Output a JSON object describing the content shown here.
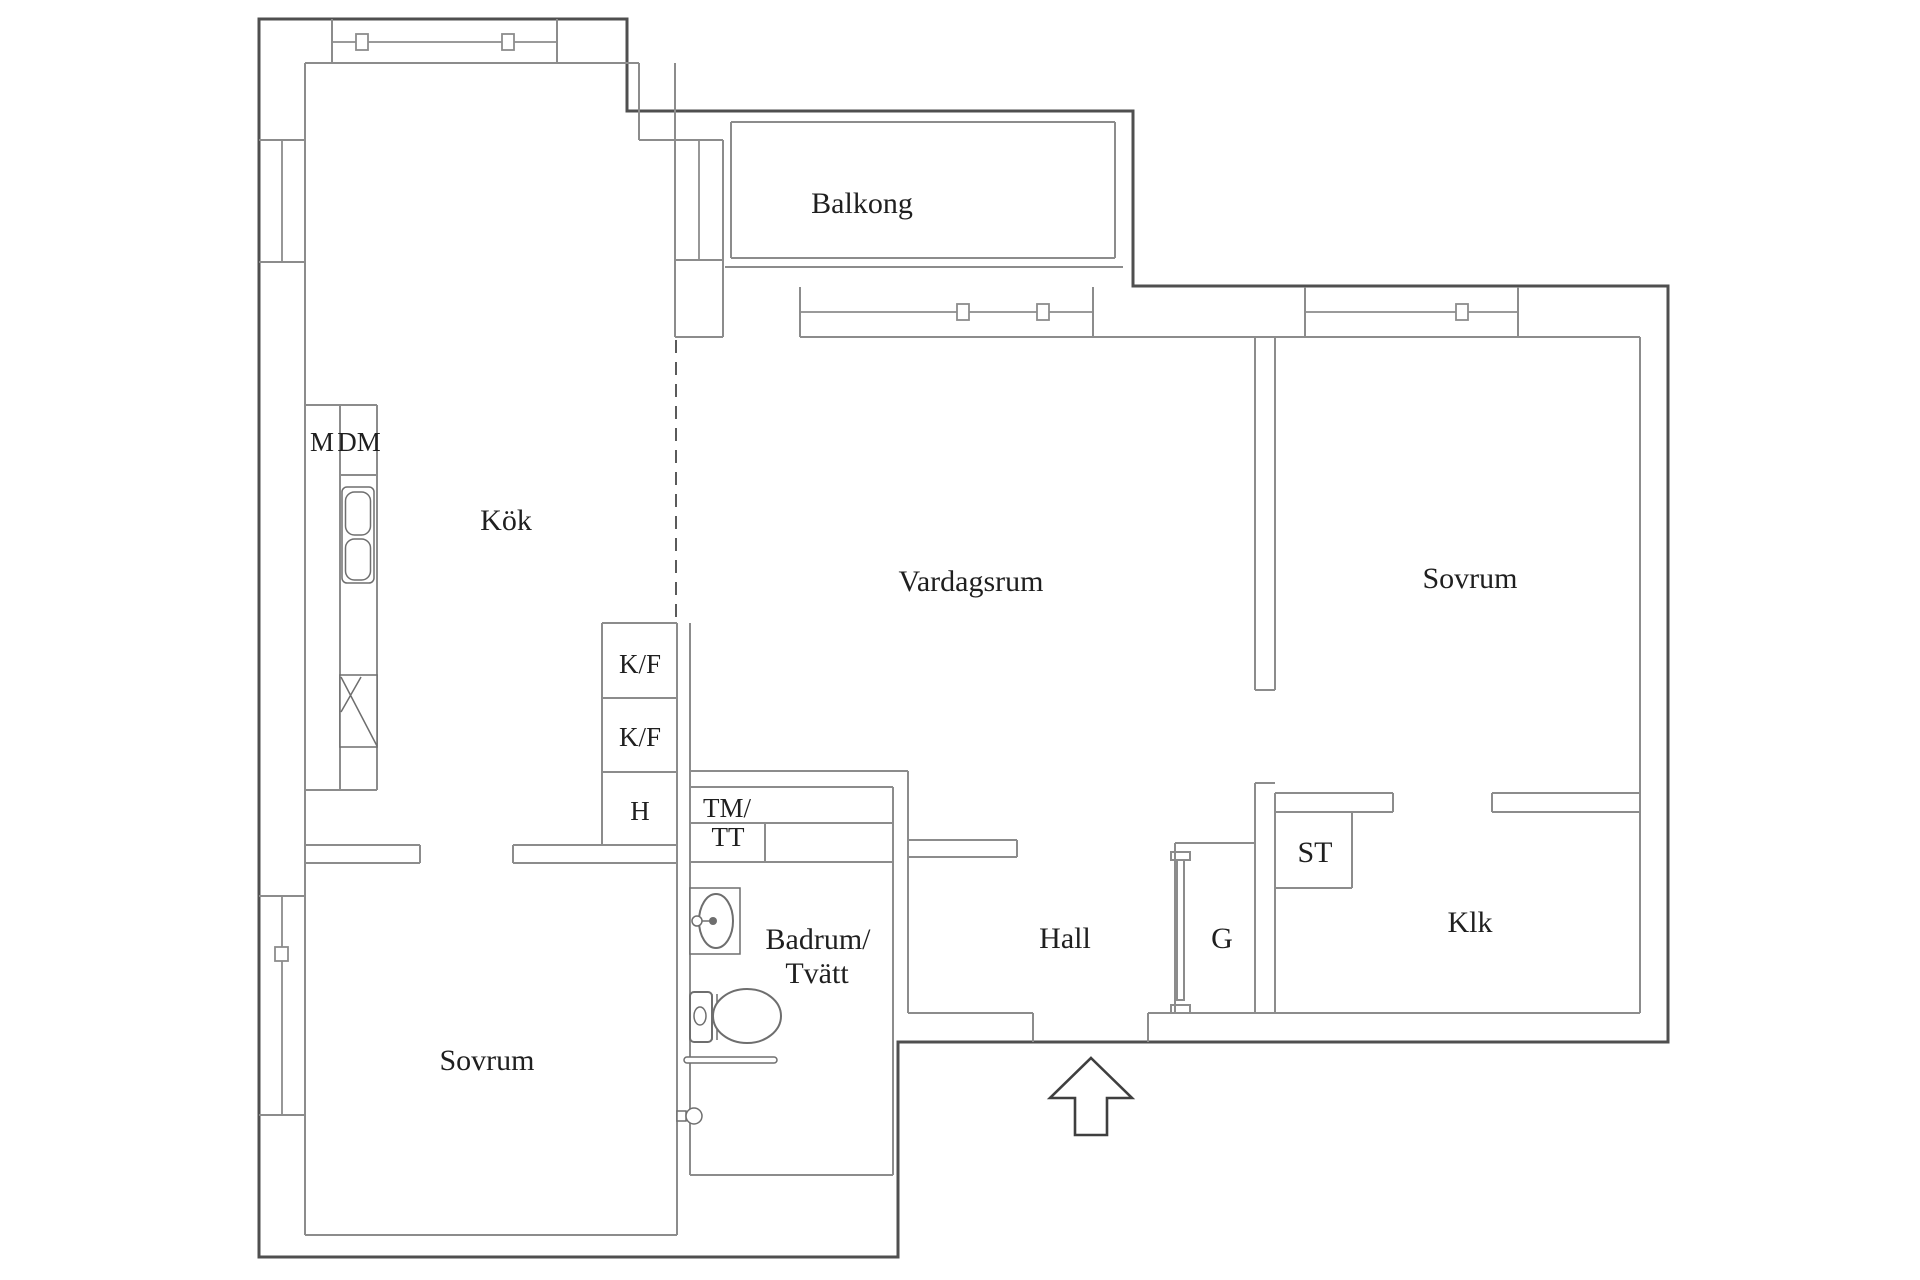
{
  "colors": {
    "background": "#ffffff",
    "wall": "#8c8c8c",
    "outer_wall": "#4f4f4f",
    "window_line": "#8c8c8c",
    "fixture": "#6e6e6e",
    "text": "#1f1f1f"
  },
  "labels": {
    "balkong": "Balkong",
    "kok": "Kök",
    "vardagsrum": "Vardagsrum",
    "sovrum_right": "Sovrum",
    "sovrum_left": "Sovrum",
    "badrum_line1": "Badrum/",
    "badrum_line2": "Tvätt",
    "hall": "Hall",
    "klk": "Klk",
    "g": "G",
    "st": "ST",
    "m": "M",
    "dm": "DM",
    "kf_top": "K/F",
    "kf_bottom": "K/F",
    "h": "H",
    "tm": "TM/",
    "tt": "TT"
  },
  "icons": {
    "entrance_arrow": "up-arrow-outline",
    "window_handle": "small-white-rectangle",
    "kitchen_sink": "double-bowl-sink",
    "stove": "hob-zigzag-box",
    "bathroom_sink": "oval-basin-with-tap",
    "toilet": "tank-and-bowl",
    "towel_rail": "thin-bar",
    "door_knob": "knob-with-plate",
    "sliding_door": "door-leaf-track"
  }
}
